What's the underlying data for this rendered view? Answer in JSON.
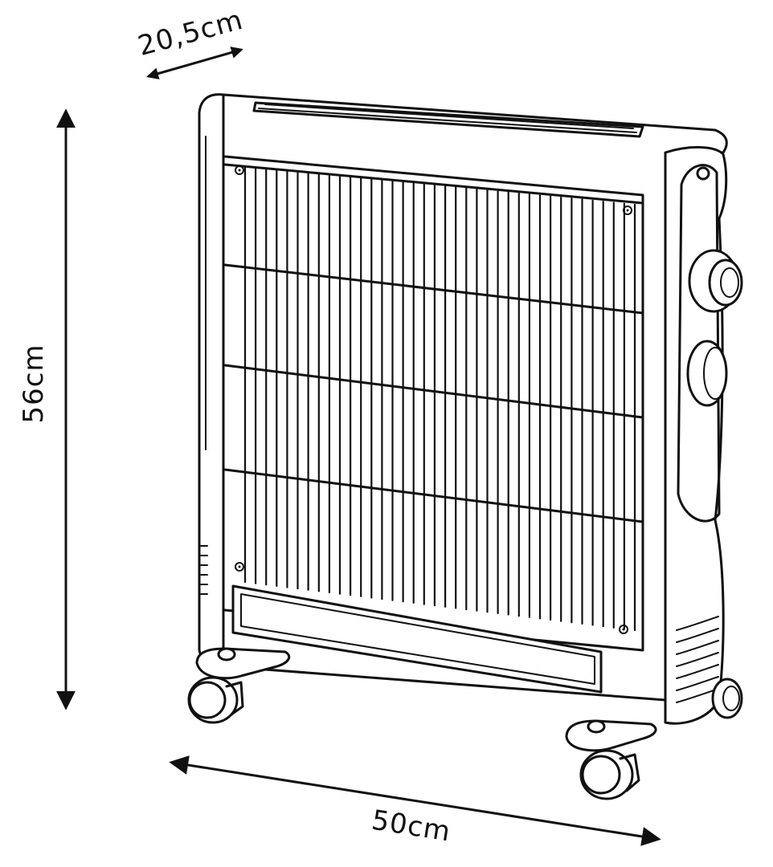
{
  "diagram": {
    "subject": "heater-line-drawing",
    "dimensions": {
      "depth": "20,5cm",
      "height": "56cm",
      "width": "50cm"
    }
  }
}
